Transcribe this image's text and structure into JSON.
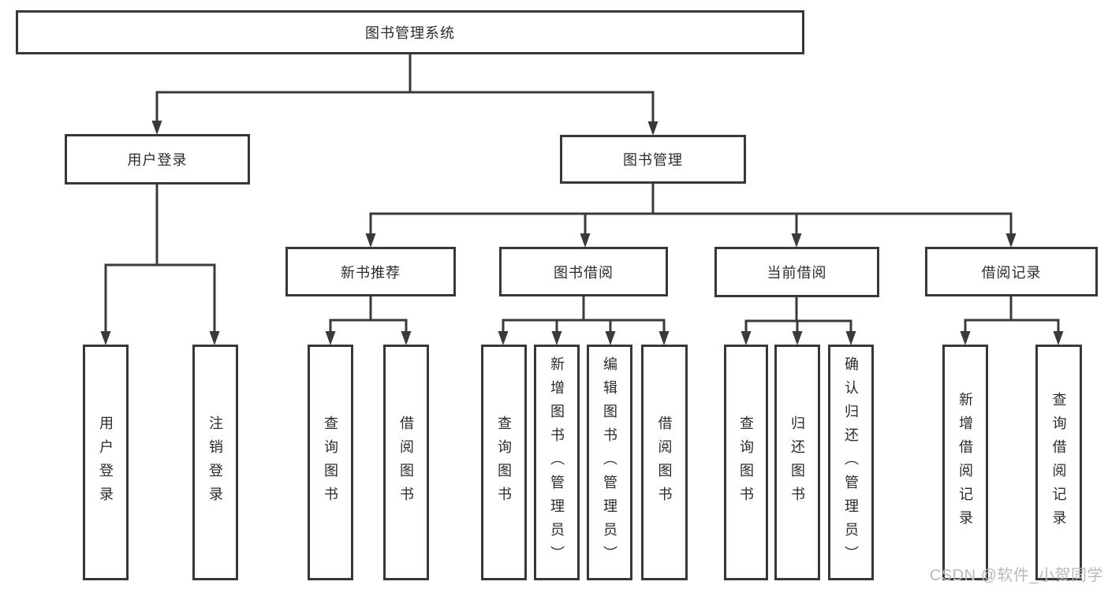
{
  "nodes": {
    "root": "图书管理系统",
    "user_login": "用户登录",
    "book_management": "图书管理",
    "new_book_recommend": "新书推荐",
    "book_borrow": "图书借阅",
    "current_borrow": "当前借阅",
    "borrow_records": "借阅记录",
    "leaves": {
      "user_login": "用户登录",
      "logout": "注销登录",
      "recommend_query_books": "查询图书",
      "recommend_borrow_books": "借阅图书",
      "borrow_query_books": "查询图书",
      "borrow_add_books_admin": "新增图书（管理员）",
      "borrow_edit_books_admin": "编辑图书（管理员）",
      "borrow_borrow_books": "借阅图书",
      "current_query_books": "查询图书",
      "current_return_books": "归还图书",
      "current_confirm_return_admin": "确认归还（管理员）",
      "records_add_record": "新增借阅记录",
      "records_query_record": "查询借阅记录"
    }
  },
  "watermark": {
    "text": "CSDN @软件_小贺同学"
  },
  "colors": {
    "line": "#3a3a3a",
    "box_border": "#383838",
    "text": "#2b2b2b",
    "watermark": "#b9b9b9",
    "background": "#ffffff"
  }
}
